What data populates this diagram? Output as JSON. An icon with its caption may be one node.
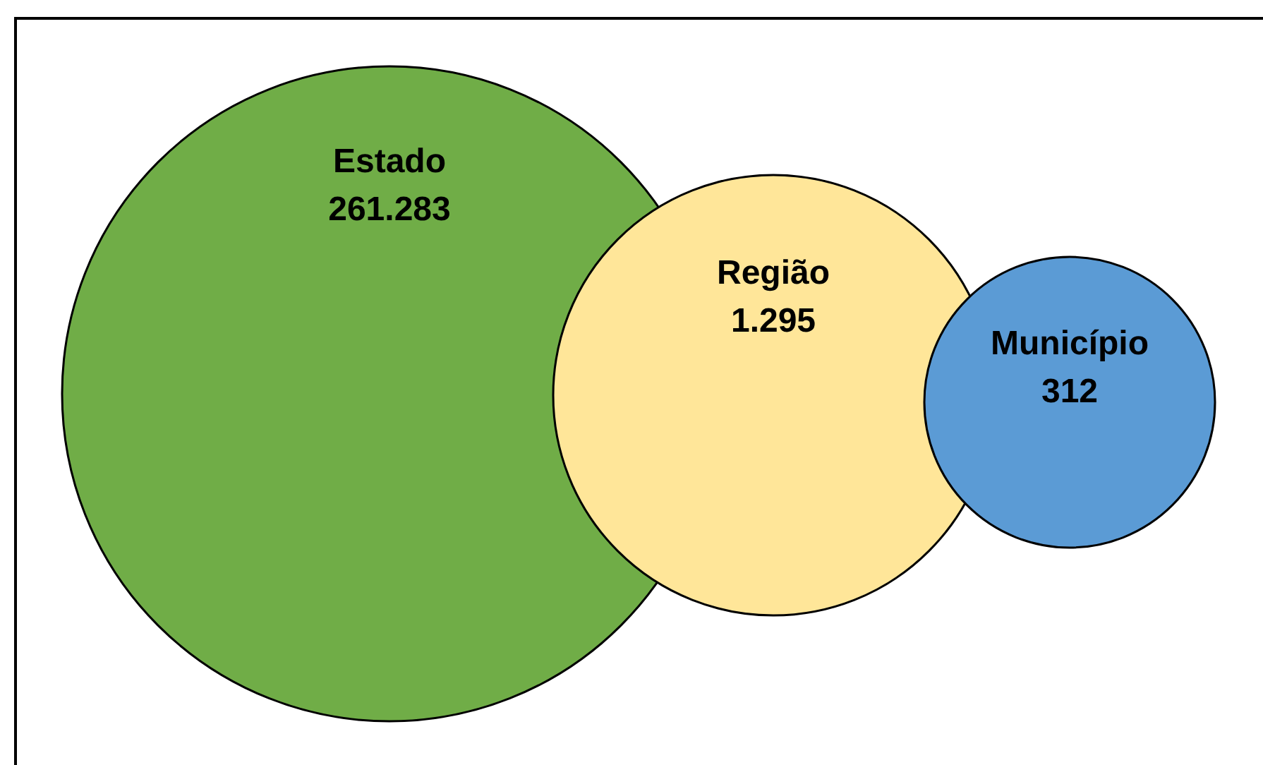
{
  "diagram": {
    "nodes": [
      {
        "text": [
          "Estado",
          "261.283"
        ]
      },
      {
        "text": [
          "Região",
          "1.295"
        ]
      },
      {
        "text": [
          "Município",
          "312"
        ]
      }
    ]
  }
}
